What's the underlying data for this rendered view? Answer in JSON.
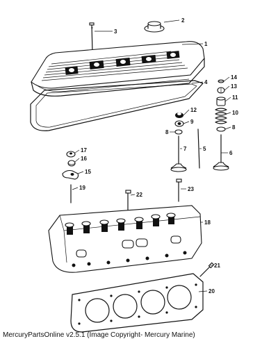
{
  "diagram": {
    "callouts": {
      "c1": "1",
      "c2": "2",
      "c3": "3",
      "c4": "4",
      "c5": "5",
      "c6": "6",
      "c7": "7",
      "c8a": "8",
      "c8b": "8",
      "c9": "9",
      "c10": "10",
      "c11": "11",
      "c12": "12",
      "c13": "13",
      "c14": "14",
      "c15": "15",
      "c16": "16",
      "c17": "17",
      "c18": "18",
      "c19": "19",
      "c20": "20",
      "c21": "21",
      "c22": "22",
      "c23": "23"
    }
  },
  "footer": {
    "text": "MercuryPartsOnline v2.5.1 (Image Copyright- Mercury Marine)"
  }
}
